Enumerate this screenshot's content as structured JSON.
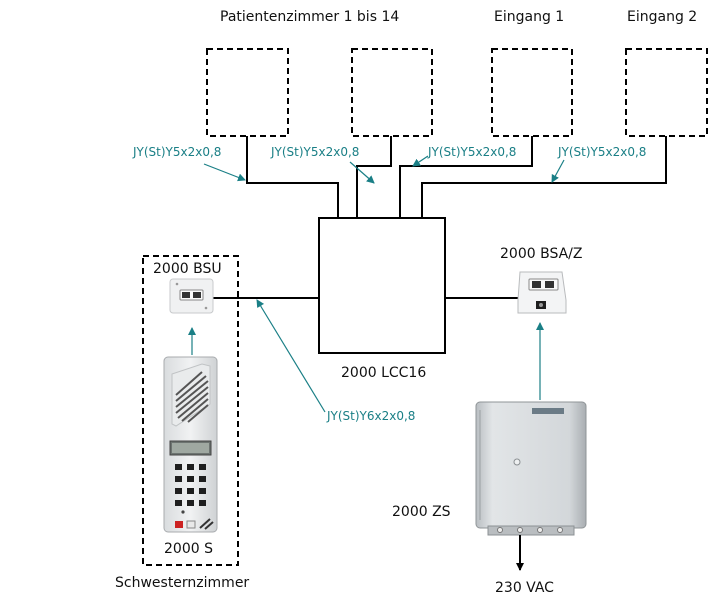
{
  "labels": {
    "patient_rooms": "Patientenzimmer 1 bis 14",
    "entrance_1": "Eingang 1",
    "entrance_2": "Eingang 2",
    "bsu": "2000 BSU",
    "bsa_z": "2000 BSA/Z",
    "lcc16": "2000 LCC16",
    "zs": "2000 ZS",
    "s": "2000 S",
    "nurse_room": "Schwesternzimmer",
    "mains": "230 VAC"
  },
  "cables": {
    "c1": "JY(St)Y5x2x0,8",
    "c2": "JY(St)Y5x2x0,8",
    "c3": "JY(St)Y5x2x0,8",
    "c4": "JY(St)Y5x2x0,8",
    "c5": "JY(St)Y6x2x0,8"
  },
  "colors": {
    "line": "#000000",
    "pointer": "#1a7f86",
    "cabinet": "#cfd3d6",
    "intercom": "#e4e6e8"
  }
}
